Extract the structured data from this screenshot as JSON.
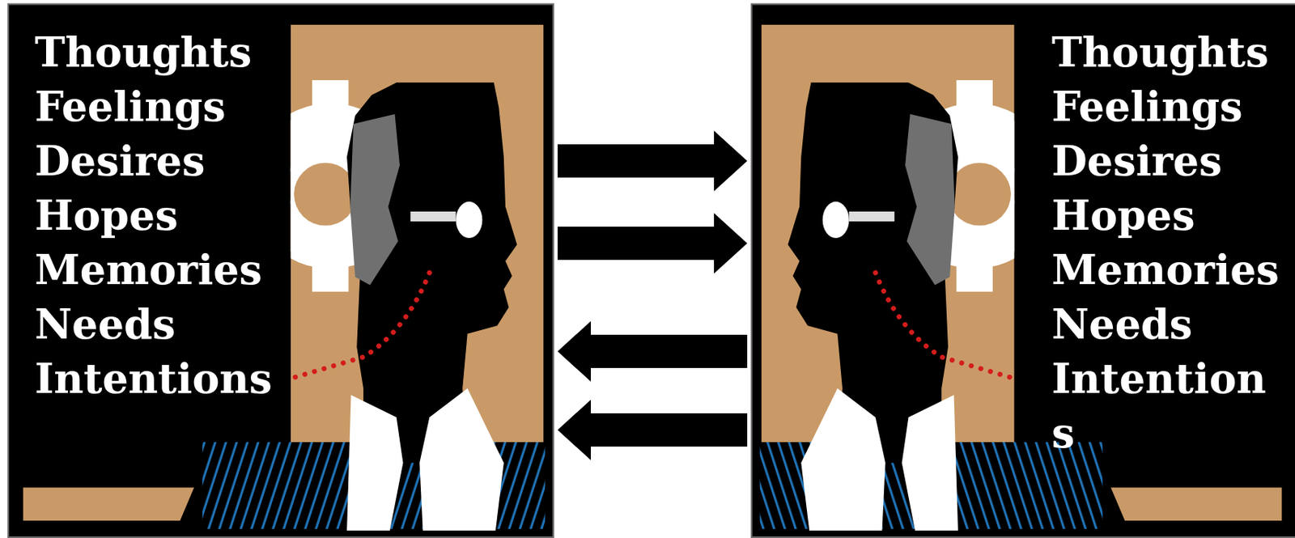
{
  "diagram": {
    "nodes": [
      {
        "text": [
          "Thoughts",
          "Feelings",
          "Desires",
          "Hopes",
          "Memories",
          "Needs",
          "Intentions"
        ]
      },
      {
        "text": [
          "Thoughts",
          "Feelings",
          "Desires",
          "Hopes",
          "Memories",
          "Needs",
          "Intentions"
        ]
      }
    ],
    "edges": [
      {
        "from": 0,
        "to": 1,
        "arrow": "to"
      },
      {
        "from": 0,
        "to": 1,
        "arrow": "to"
      },
      {
        "from": 1,
        "to": 0,
        "arrow": "to"
      },
      {
        "from": 1,
        "to": 0,
        "arrow": "to"
      }
    ]
  }
}
